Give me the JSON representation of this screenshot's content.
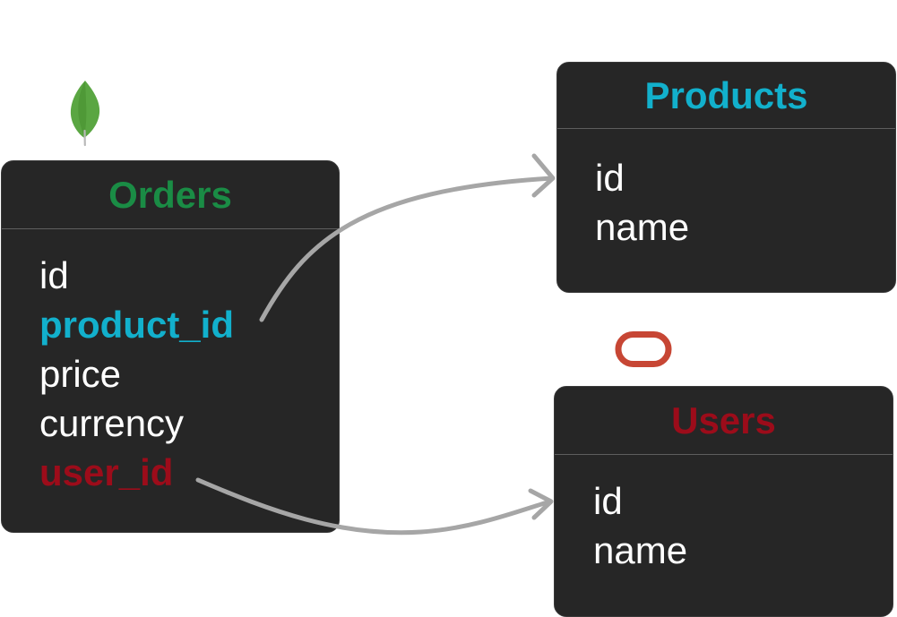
{
  "colors": {
    "card_background": "#262626",
    "orders_title": "#1a8c45",
    "products_title": "#12b0cc",
    "users_title": "#9c0c1a",
    "field_text": "#ffffff",
    "arrow": "#a6a6a6",
    "mongodb_leaf": "#5aa642",
    "oracle_logo": "#c74634"
  },
  "logos": {
    "mongodb": "mongodb-leaf-icon",
    "oracle": "oracle-logo-icon"
  },
  "tables": {
    "orders": {
      "title": "Orders",
      "fields": [
        {
          "name": "id"
        },
        {
          "name": "product_id"
        },
        {
          "name": "price"
        },
        {
          "name": "currency"
        },
        {
          "name": "user_id"
        }
      ]
    },
    "products": {
      "title": "Products",
      "fields": [
        {
          "name": "id"
        },
        {
          "name": "name"
        }
      ]
    },
    "users": {
      "title": "Users",
      "fields": [
        {
          "name": "id"
        },
        {
          "name": "name"
        }
      ]
    }
  },
  "relations": [
    {
      "from": "orders.product_id",
      "to": "products"
    },
    {
      "from": "orders.user_id",
      "to": "users"
    }
  ]
}
